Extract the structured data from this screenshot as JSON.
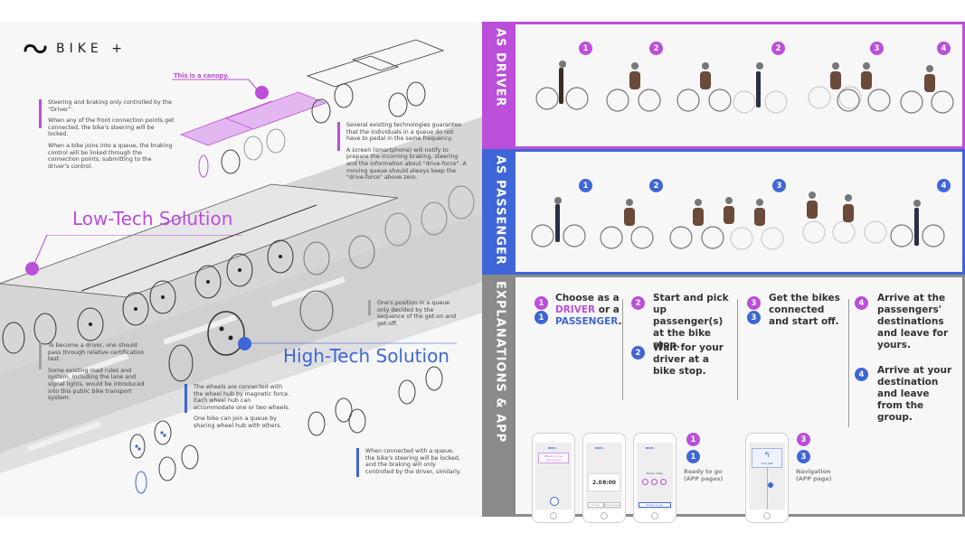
{
  "brand": {
    "name": "BIKE +",
    "logo_icon": "wave-logo-icon"
  },
  "colors": {
    "driver": "#bb4fd9",
    "passenger": "#3f66d6",
    "explanations": "#8a8a8a",
    "background": "#f7f7f7"
  },
  "left_panel": {
    "canopy_label": "This is a canopy.",
    "low_tech_title": "Low-Tech Solution",
    "high_tech_title": "High-Tech Solution",
    "notes": {
      "steering": [
        "Steering and braking only controlled by the “Driver”.",
        "When any of the front connection points get connected, the bike's steering will be locked.",
        "When a bike joins into a queue, the braking control will be linked through the connection points, submitting to the driver's control."
      ],
      "technology": [
        "Several existing technologies guarantee that the individuals in a queue do not have to pedal in the same frequency.",
        "A screen (smartphone) will notify to prepare the incoming braking, steering and the information about \"drive-force\". A moving queue should always keep the \"drive-force\" above zero."
      ],
      "certification": [
        "To become a driver, one should pass through relative certification test.",
        "Some existing road rules and system, including the lane and signal lights, would be introduced into this public bike transport system."
      ],
      "position": [
        "One's position in a queue only decided by the sequence of the get-on and get-off."
      ],
      "wheels": [
        "The wheels are connected with the wheel hub by magnetic force. Each wheel hub can accommodate one or two wheels.",
        "One bike can join a queue by sharing wheel hub with others."
      ],
      "connected": [
        "When connected with a queue, the bike's steering will be locked, and the braking will only controlled by the driver, similarly."
      ]
    }
  },
  "sections": {
    "driver": {
      "label": "AS DRIVER",
      "steps": [
        "1",
        "2",
        "2",
        "3",
        "4"
      ]
    },
    "passenger": {
      "label": "AS PASSENGER",
      "steps": [
        "1",
        "2",
        "3",
        "4"
      ]
    },
    "explanations": {
      "label": "EXPLANATIONS & APP",
      "col1": {
        "prefix": "Choose as a",
        "driver_word": "DRIVER",
        "middle": "or a",
        "passenger_word": "PASSENGER",
        "suffix": "."
      },
      "col2_driver": "Start and pick up passenger(s) at the bike stop.",
      "col2_passenger": "Wait for your driver at a bike stop.",
      "col3": "Get the bikes connected and start off.",
      "col4_driver": "Arrive at the passengers' destinations and leave for yours.",
      "col4_passenger": "Arrive at your destination and leave from the group.",
      "nums": {
        "one": "1",
        "two": "2",
        "three": "3",
        "four": "4"
      },
      "app": {
        "ready_caption": [
          "Ready to go",
          "(APP pages)"
        ],
        "nav_caption": [
          "Navigation",
          "(APP page)"
        ],
        "phone1": {
          "brand": "BIKE+",
          "search": "Where do you wanna go?"
        },
        "phone2": {
          "brand": "BIKE+",
          "dist": "2.0",
          "time": "8:00",
          "btn_driver": "Driver",
          "btn_passenger": "Passenger"
        },
        "phone3": {
          "brand": "BIKE+",
          "title": "Power Index",
          "btn": "Ready to go!"
        },
        "phone4": {
          "turn": "Turn Left"
        }
      }
    }
  }
}
